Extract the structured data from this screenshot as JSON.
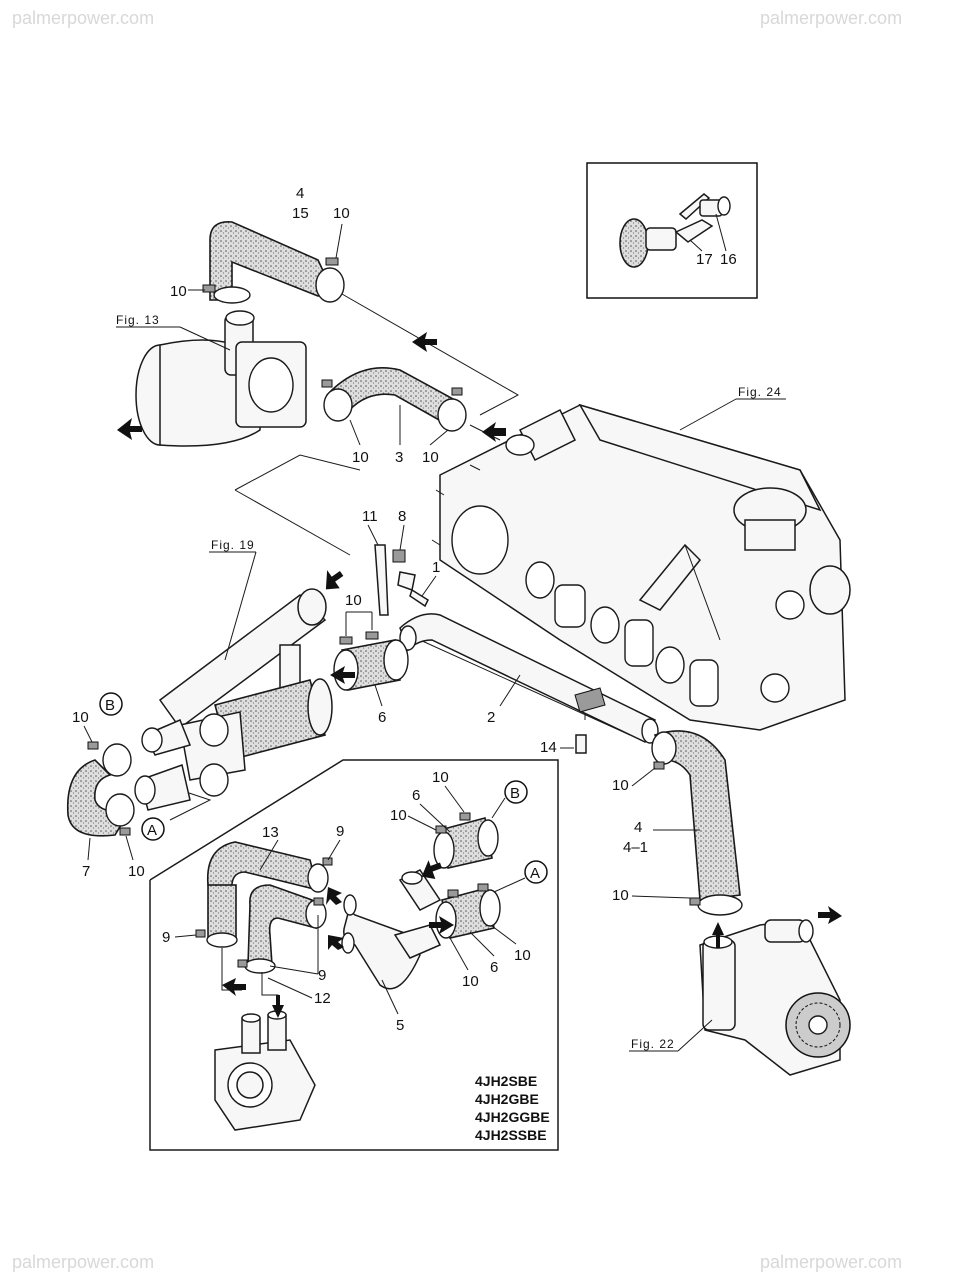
{
  "watermark": "palmerpower.com",
  "figure_refs": {
    "fig13": "Fig. 13",
    "fig24": "Fig. 24",
    "fig19": "Fig. 19",
    "fig22": "Fig. 22"
  },
  "callouts": {
    "c4_top": "4",
    "c15_top": "15",
    "c10_top_right": "10",
    "c10_top_left": "10",
    "c10_mid_a": "10",
    "c3": "3",
    "c10_mid_b": "10",
    "c11": "11",
    "c8": "8",
    "c1": "1",
    "c10_mid_c": "10",
    "c6_mid": "6",
    "c2": "2",
    "c14": "14",
    "c10_left": "10",
    "c7": "7",
    "c10_left_bottom": "10",
    "c10_right_a": "10",
    "c4_right": "4",
    "c4_1": "4–1",
    "c10_right_b": "10",
    "c13": "13",
    "c9_a": "9",
    "c9_b": "9",
    "c9_c": "9",
    "c12": "12",
    "c5": "5",
    "c10_inset_a": "10",
    "c6_inset_a": "6",
    "c10_inset_b": "10",
    "c10_inset_c": "10",
    "c6_inset_b": "6",
    "c10_inset_d": "10",
    "c17": "17",
    "c16": "16"
  },
  "markers": {
    "b_left": "B",
    "a_left": "A",
    "b_inset": "B",
    "a_inset": "A"
  },
  "models": [
    "4JH2SBE",
    "4JH2GBE",
    "4JH2GGBE",
    "4JH2SSBE"
  ],
  "icons": {
    "flow_arrow": "flow-arrow-icon",
    "hose_clamp": "hose-clamp-icon",
    "drain_cock": "drain-cock-icon"
  }
}
